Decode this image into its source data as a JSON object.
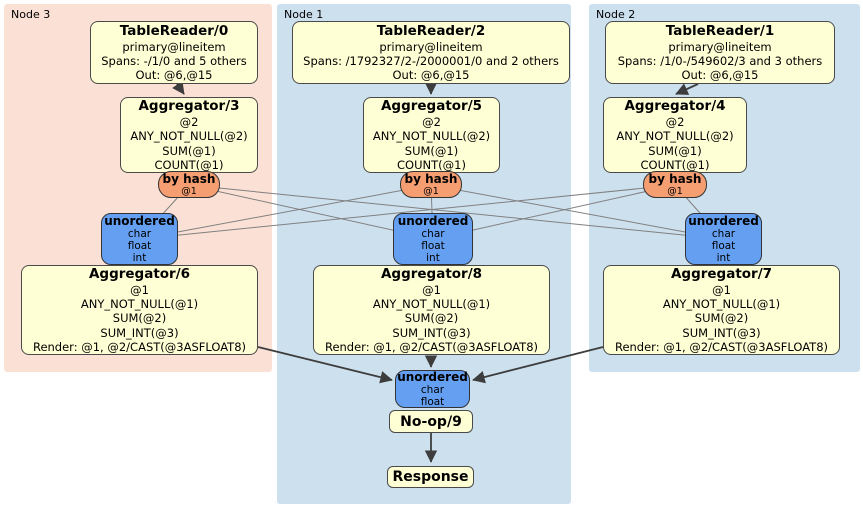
{
  "regions": {
    "node3": {
      "label": "Node 3"
    },
    "node1": {
      "label": "Node 1"
    },
    "node2": {
      "label": "Node 2"
    }
  },
  "processors": {
    "tr0": {
      "title": "TableReader/0",
      "lines": [
        "primary@lineitem",
        "Spans: -/1/0 and 5 others",
        "Out: @6,@15"
      ]
    },
    "tr2": {
      "title": "TableReader/2",
      "lines": [
        "primary@lineitem",
        "Spans: /1792327/2-/2000001/0 and 2 others",
        "Out: @6,@15"
      ]
    },
    "tr1": {
      "title": "TableReader/1",
      "lines": [
        "primary@lineitem",
        "Spans: /1/0-/549602/3 and 3 others",
        "Out: @6,@15"
      ]
    },
    "agg3": {
      "title": "Aggregator/3",
      "lines": [
        "@2",
        "ANY_NOT_NULL(@2)",
        "SUM(@1)",
        "COUNT(@1)"
      ]
    },
    "agg5": {
      "title": "Aggregator/5",
      "lines": [
        "@2",
        "ANY_NOT_NULL(@2)",
        "SUM(@1)",
        "COUNT(@1)"
      ]
    },
    "agg4": {
      "title": "Aggregator/4",
      "lines": [
        "@2",
        "ANY_NOT_NULL(@2)",
        "SUM(@1)",
        "COUNT(@1)"
      ]
    },
    "agg6": {
      "title": "Aggregator/6",
      "lines": [
        "@1",
        "ANY_NOT_NULL(@1)",
        "SUM(@2)",
        "SUM_INT(@3)",
        "Render: @1, @2/CAST(@3ASFLOAT8)"
      ]
    },
    "agg8": {
      "title": "Aggregator/8",
      "lines": [
        "@1",
        "ANY_NOT_NULL(@1)",
        "SUM(@2)",
        "SUM_INT(@3)",
        "Render: @1, @2/CAST(@3ASFLOAT8)"
      ]
    },
    "agg7": {
      "title": "Aggregator/7",
      "lines": [
        "@1",
        "ANY_NOT_NULL(@1)",
        "SUM(@2)",
        "SUM_INT(@3)",
        "Render: @1, @2/CAST(@3ASFLOAT8)"
      ]
    },
    "noop9": {
      "title": "No-op/9"
    },
    "response": {
      "title": "Response"
    }
  },
  "routers": {
    "hash3": {
      "title": "by hash",
      "detail": "@1"
    },
    "hash1": {
      "title": "by hash",
      "detail": "@1"
    },
    "hash2": {
      "title": "by hash",
      "detail": "@1"
    }
  },
  "syncs": {
    "un3": {
      "title": "unordered",
      "lines": [
        "char",
        "float",
        "int"
      ]
    },
    "un1": {
      "title": "unordered",
      "lines": [
        "char",
        "float",
        "int"
      ]
    },
    "un2": {
      "title": "unordered",
      "lines": [
        "char",
        "float",
        "int"
      ]
    },
    "unfinal": {
      "title": "unordered",
      "lines": [
        "char",
        "float"
      ]
    }
  },
  "colors": {
    "node3_bg": "#fbe1d5",
    "node1_bg": "#cde0ee",
    "node2_bg": "#cde0ee",
    "processor_fill": "#ffffd5",
    "router_fill": "#f59e72",
    "sync_fill": "#649ff2",
    "edge_thin": "#808080",
    "edge_thick": "#3d3d3d"
  }
}
